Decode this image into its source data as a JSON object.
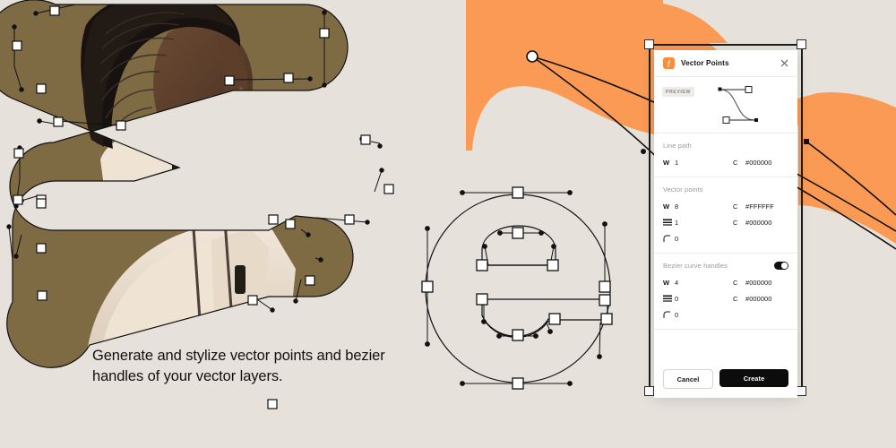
{
  "canvas": {
    "background_color": "#E6E1DB",
    "shape_olive_color": "#7E6B44",
    "shape_orange_color": "#FB9A54",
    "vector_stroke_color": "#111111",
    "point_fill_color": "#FFFFFF"
  },
  "caption": {
    "line1": "Generate and stylize vector points and bezier",
    "line2": "handles of your vector layers."
  },
  "panel": {
    "title": "Vector Points",
    "app_icon": "italic-f-icon",
    "close_icon": "close-icon",
    "preview_badge": "PREVIEW",
    "accent_color": "#FB8C3C",
    "sections": [
      {
        "id": "line-path",
        "label": "Line path",
        "toggle": null,
        "rows": [
          {
            "icon": "width-icon",
            "icon_glyph": "W",
            "value": "1",
            "color_label": "C",
            "color_value": "#000000"
          }
        ]
      },
      {
        "id": "vector-points",
        "label": "Vector points",
        "toggle": null,
        "rows": [
          {
            "icon": "width-icon",
            "icon_glyph": "W",
            "value": "8",
            "color_label": "C",
            "color_value": "#FFFFFF"
          },
          {
            "icon": "stroke-weight-icon",
            "icon_glyph": "",
            "value": "1",
            "color_label": "C",
            "color_value": "#000000"
          },
          {
            "icon": "corner-radius-icon",
            "icon_glyph": "",
            "value": "0",
            "color_label": "",
            "color_value": ""
          }
        ]
      },
      {
        "id": "bezier-curve-handles",
        "label": "Bezier curve handles",
        "toggle": "on",
        "rows": [
          {
            "icon": "width-icon",
            "icon_glyph": "W",
            "value": "4",
            "color_label": "C",
            "color_value": "#000000"
          },
          {
            "icon": "stroke-weight-icon",
            "icon_glyph": "",
            "value": "0",
            "color_label": "C",
            "color_value": "#000000"
          },
          {
            "icon": "corner-radius-icon",
            "icon_glyph": "",
            "value": "0",
            "color_label": "",
            "color_value": ""
          }
        ]
      }
    ],
    "cancel_label": "Cancel",
    "create_label": "Create"
  }
}
